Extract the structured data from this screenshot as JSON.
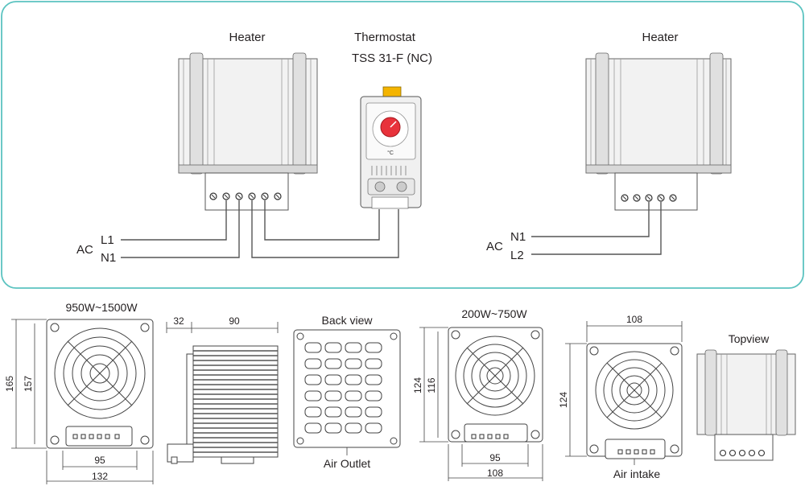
{
  "colors": {
    "frame": "#5bc3c0",
    "thermostat_knob": "#e8323b",
    "thermostat_clip": "#f4b400",
    "body_grey": "#e6e6e6"
  },
  "wiring": {
    "heater_left_title": "Heater",
    "thermostat_title_line1": "Thermostat",
    "thermostat_title_line2": "TSS 31-F (NC)",
    "heater_right_title": "Heater",
    "left_ac": "AC",
    "left_l1": "L1",
    "left_n1": "N1",
    "right_ac": "AC",
    "right_n1": "N1",
    "right_l2": "L2",
    "thermostat_unit": "°C"
  },
  "dimensions": {
    "model_large": "950W~1500W",
    "large_height_outer": "165",
    "large_height_inner": "157",
    "large_width_inner": "95",
    "large_width_outer": "132",
    "side_depth_small": "32",
    "side_depth_large": "90",
    "back_view": "Back view",
    "air_outlet": "Air Outlet",
    "model_small": "200W~750W",
    "small_height_outer": "124",
    "small_height_inner": "116",
    "small_width_inner": "95",
    "small_width_outer": "108",
    "intake_width": "108",
    "intake_height": "124",
    "air_intake": "Air intake",
    "top_view": "Topview"
  }
}
